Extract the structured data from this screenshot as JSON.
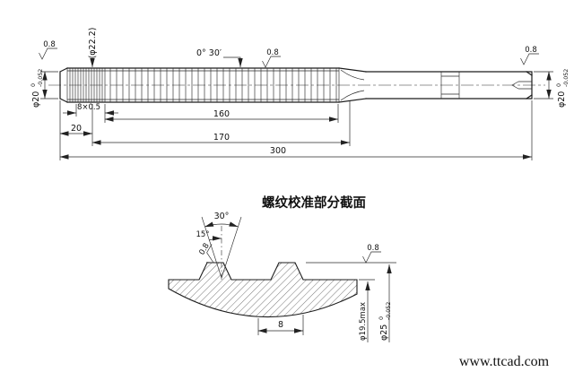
{
  "main_view": {
    "roughness": "0.8",
    "ref_dia": "(φ22.2)",
    "taper_angle": "0° 30′",
    "dia_left": {
      "nominal": "φ20",
      "tol_upper": "0",
      "tol_lower": "-0.052"
    },
    "dia_right": {
      "nominal": "φ20",
      "tol_upper": "0",
      "tol_lower": "-0.052"
    },
    "dims": {
      "square": "8×0.5",
      "thread_len": "160",
      "front_len": "20",
      "flute_len": "170",
      "overall_len": "300"
    }
  },
  "section_view": {
    "title": "螺纹校准部分截面",
    "angle_full": "30°",
    "angle_half": "15°",
    "roughness": "0.8",
    "tooth_width": "8",
    "minor_dia": "φ19.5max",
    "major_dia": {
      "nominal": "φ25",
      "tol_upper": "0",
      "tol_lower": "-0.052"
    }
  },
  "watermark": {
    "text": "www.ttcad.com",
    "color": "#ee0000"
  }
}
